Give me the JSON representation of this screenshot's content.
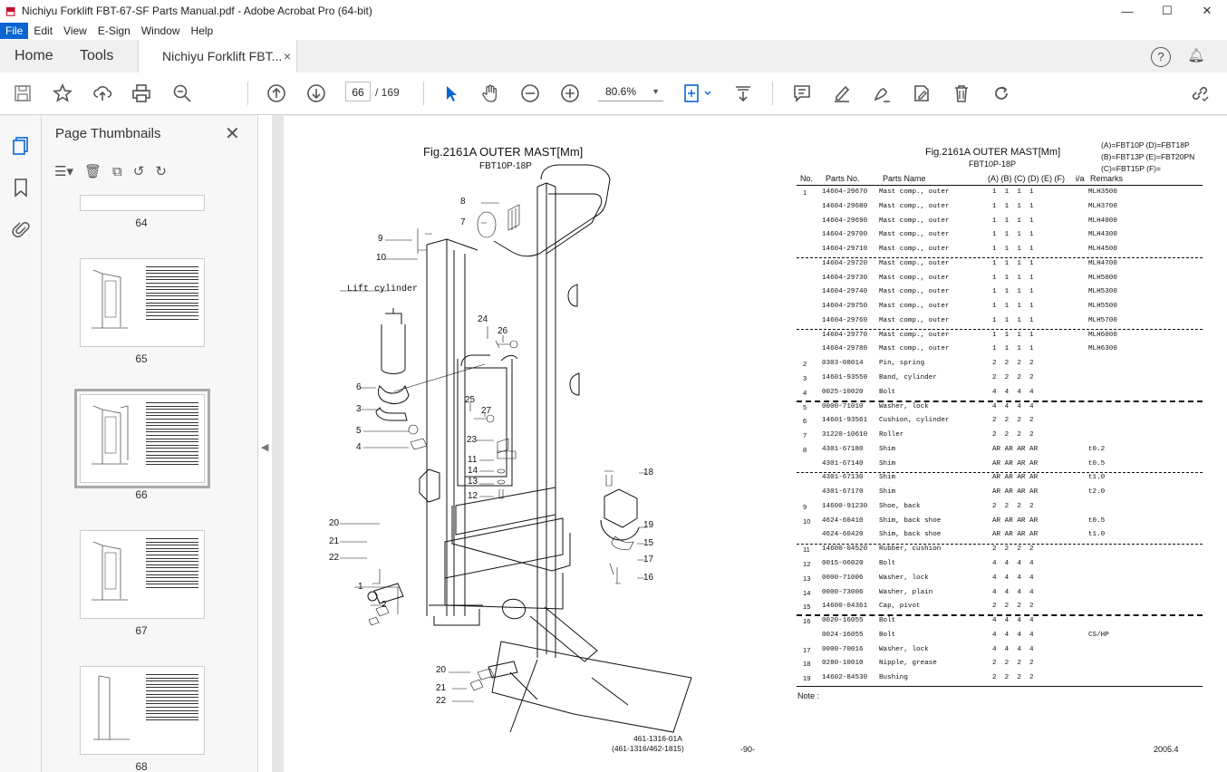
{
  "window": {
    "title": "Nichiyu Forklift FBT-67-SF Parts Manual.pdf - Adobe Acrobat Pro (64-bit)",
    "min": "—",
    "max": "☐",
    "close": "✕"
  },
  "menu": [
    "File",
    "Edit",
    "View",
    "E-Sign",
    "Window",
    "Help"
  ],
  "tabs": {
    "home": "Home",
    "tools": "Tools",
    "doc": "Nichiyu Forklift FBT...",
    "doc_close": "×"
  },
  "toolbar": {
    "page_current": "66",
    "page_total": "/ 169",
    "zoom": "80.6%"
  },
  "thumbnails": {
    "title": "Page Thumbnails",
    "labels": [
      "64",
      "65",
      "66",
      "67",
      "68"
    ],
    "selected": "66"
  },
  "page": {
    "fig_left": "Fig.2161A  OUTER MAST[Mm]",
    "model_left": "FBT10P-18P",
    "fig_right": "Fig.2161A  OUTER MAST[Mm]",
    "model_right": "FBT10P-18P",
    "legend": [
      "(A)=FBT10P (D)=FBT18P",
      "(B)=FBT13P (E)=FBT20PN",
      "(C)=FBT15P (F)="
    ],
    "lift_cylinder": "Lift cylinder",
    "columns": {
      "no": "No.",
      "parts_no": "Parts No.",
      "parts_name": "Parts Name",
      "abcdef": "(A) (B) (C) (D) (E) (F)",
      "ia": "i/a",
      "remarks": "Remarks"
    },
    "parts": [
      {
        "no": "1",
        "pn": "14604-29670",
        "name": "Mast comp., outer",
        "q": "1  1  1  1",
        "rem": "MLH3500"
      },
      {
        "no": "",
        "pn": "14604-29680",
        "name": "Mast comp., outer",
        "q": "1  1  1  1",
        "rem": "MLH3700"
      },
      {
        "no": "",
        "pn": "14604-29690",
        "name": "Mast comp., outer",
        "q": "1  1  1  1",
        "rem": "MLH4000"
      },
      {
        "no": "",
        "pn": "14604-29700",
        "name": "Mast comp., outer",
        "q": "1  1  1  1",
        "rem": "MLH4300"
      },
      {
        "no": "",
        "pn": "14604-29710",
        "name": "Mast comp., outer",
        "q": "1  1  1  1",
        "rem": "MLH4500"
      },
      {
        "no": "",
        "pn": "14604-29720",
        "name": "Mast comp., outer",
        "q": "1  1  1  1",
        "rem": "MLH4700"
      },
      {
        "no": "",
        "pn": "14604-29730",
        "name": "Mast comp., outer",
        "q": "1  1  1  1",
        "rem": "MLH5000"
      },
      {
        "no": "",
        "pn": "14604-29740",
        "name": "Mast comp., outer",
        "q": "1  1  1  1",
        "rem": "MLH5300"
      },
      {
        "no": "",
        "pn": "14604-29750",
        "name": "Mast comp., outer",
        "q": "1  1  1  1",
        "rem": "MLH5500"
      },
      {
        "no": "",
        "pn": "14604-29760",
        "name": "Mast comp., outer",
        "q": "1  1  1  1",
        "rem": "MLH5700"
      },
      {
        "no": "",
        "pn": "14604-29770",
        "name": "Mast comp., outer",
        "q": "1  1  1  1",
        "rem": "MLH6000"
      },
      {
        "no": "",
        "pn": "14604-29780",
        "name": "Mast comp., outer",
        "q": "1  1  1  1",
        "rem": "MLH6300"
      },
      {
        "no": "2",
        "pn": "0303-08014",
        "name": "Pin, spring",
        "q": "2  2  2  2",
        "rem": ""
      },
      {
        "no": "3",
        "pn": "14601-93550",
        "name": "Band, cylinder",
        "q": "2  2  2  2",
        "rem": ""
      },
      {
        "no": "4",
        "pn": "0025-10020",
        "name": "Bolt",
        "q": "4  4  4  4",
        "rem": ""
      },
      {
        "no": "5",
        "pn": "0000-71010",
        "name": "Washer, lock",
        "q": "4  4  4  4",
        "rem": ""
      },
      {
        "no": "6",
        "pn": "14601-93561",
        "name": "Cushion, cylinder",
        "q": "2  2  2  2",
        "rem": ""
      },
      {
        "no": "7",
        "pn": "31220-10610",
        "name": "Roller",
        "q": "2  2  2  2",
        "rem": ""
      },
      {
        "no": "8",
        "pn": "4301-67180",
        "name": "Shim",
        "q": "AR AR AR AR",
        "rem": "t0.2"
      },
      {
        "no": "",
        "pn": "4301-67140",
        "name": "Shim",
        "q": "AR AR AR AR",
        "rem": "t0.5"
      },
      {
        "no": "",
        "pn": "4301-67130",
        "name": "Shim",
        "q": "AR AR AR AR",
        "rem": "t1.0"
      },
      {
        "no": "",
        "pn": "4301-67170",
        "name": "Shim",
        "q": "AR AR AR AR",
        "rem": "t2.0"
      },
      {
        "no": "9",
        "pn": "14600-91230",
        "name": "Shoe, back",
        "q": "2  2  2  2",
        "rem": ""
      },
      {
        "no": "10",
        "pn": "4624-60410",
        "name": "Shim, back shoe",
        "q": "AR AR AR AR",
        "rem": "t0.5"
      },
      {
        "no": "",
        "pn": "4624-60420",
        "name": "Shim, back shoe",
        "q": "AR AR AR AR",
        "rem": "t1.0"
      },
      {
        "no": "11",
        "pn": "14600-04520",
        "name": "Rubber, cushion",
        "q": "2  2  2  2",
        "rem": ""
      },
      {
        "no": "12",
        "pn": "0015-06020",
        "name": "Bolt",
        "q": "4  4  4  4",
        "rem": ""
      },
      {
        "no": "13",
        "pn": "0000-71006",
        "name": "Washer, lock",
        "q": "4  4  4  4",
        "rem": ""
      },
      {
        "no": "14",
        "pn": "0000-73006",
        "name": "Washer, plain",
        "q": "4  4  4  4",
        "rem": ""
      },
      {
        "no": "15",
        "pn": "14600-04361",
        "name": "Cap, pivot",
        "q": "2  2  2  2",
        "rem": ""
      },
      {
        "no": "16",
        "pn": "0020-16055",
        "name": "Bolt",
        "q": "4  4  4  4",
        "rem": ""
      },
      {
        "no": "",
        "pn": "0024-16055",
        "name": "Bolt",
        "q": "4  4  4  4",
        "rem": "CS/HP"
      },
      {
        "no": "17",
        "pn": "0000-70016",
        "name": "Washer, lock",
        "q": "4  4  4  4",
        "rem": ""
      },
      {
        "no": "18",
        "pn": "0280-10010",
        "name": "Nipple, grease",
        "q": "2  2  2  2",
        "rem": ""
      },
      {
        "no": "19",
        "pn": "14602-84530",
        "name": "Bushing",
        "q": "2  2  2  2",
        "rem": ""
      }
    ],
    "note": "Note :",
    "drawing_no": "461-1316-01A",
    "drawing_ref": "(461-1316/462-1815)",
    "page_no": "-90-",
    "date": "2005.4",
    "callouts": [
      "8",
      "7",
      "9",
      "10",
      "24",
      "26",
      "6",
      "3",
      "5",
      "4",
      "25",
      "27",
      "23",
      "11",
      "14",
      "13",
      "12",
      "18",
      "20",
      "21",
      "22",
      "19",
      "15",
      "17",
      "16",
      "1",
      "2",
      "20",
      "21",
      "22"
    ]
  }
}
